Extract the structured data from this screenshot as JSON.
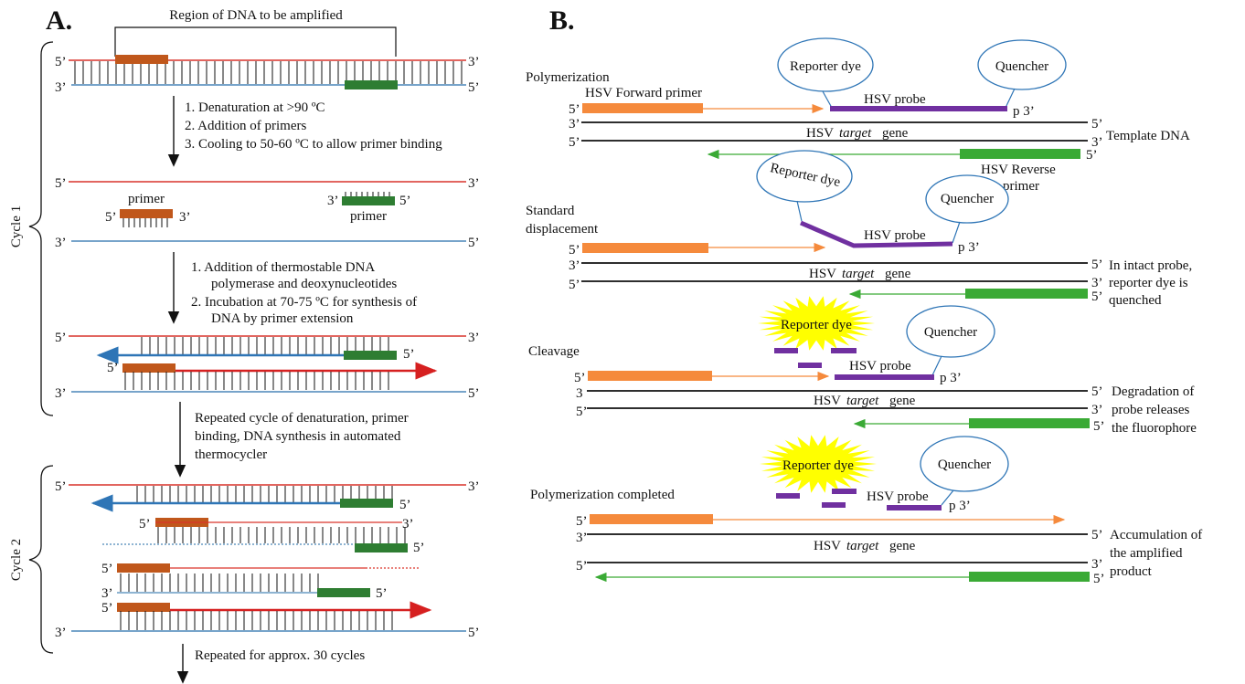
{
  "panel_a": {
    "letter": "A.",
    "region_label": "Region of DNA to be amplified",
    "cycle1_label": "Cycle 1",
    "cycle2_label": "Cycle 2",
    "five_prime": "5’",
    "three_prime": "3’",
    "primer_label": "primer",
    "step1": [
      "1. Denaturation  at >90 ºC",
      "2. Addition of primers",
      "3. Cooling to 50-60 ºC to allow primer binding"
    ],
    "step2": [
      "1.   Addition  of  thermostable  DNA",
      "polymerase and deoxynucleotides",
      "2.   Incubation at 70-75 ºC for synthesis of",
      "DNA by primer extension"
    ],
    "step3": [
      "Repeated cycle of denaturation,  primer",
      "binding,  DNA synthesis in automated",
      "thermocycler"
    ],
    "step4": "Repeated for approx. 30 cycles"
  },
  "panel_b": {
    "letter": "B.",
    "reporter_dye": "Reporter dye",
    "quencher": "Quencher",
    "hsv_probe": "HSV probe",
    "hsv_prefix": "HSV",
    "target_word": "target",
    "gene_word": "gene",
    "p3": "p 3’",
    "five_prime": "5’",
    "three_prime": "3’",
    "three_plain": "3",
    "forward_primer": "HSV Forward primer",
    "reverse_primer_1": "HSV Reverse",
    "reverse_primer_2": "primer",
    "template_dna": "Template  DNA",
    "stages": {
      "polymerization": "Polymerization",
      "standard_1": "Standard",
      "standard_2": "displacement",
      "cleavage": "Cleavage",
      "completed": "Polymerization  completed"
    },
    "notes": {
      "intact_1": "In     intact  probe,",
      "intact_2": "reporter   dye    is",
      "intact_3": "quenched",
      "degr_1": "Degradation  of",
      "degr_2": "probe  releases",
      "degr_3": "the fluorophore",
      "accum_1": "Accumulation     of",
      "accum_2": "the          amplified",
      "accum_3": "product"
    }
  },
  "colors": {
    "red_strand": "#d9342b",
    "blue_strand": "#4a86b8",
    "forward_primer": "#c0571b",
    "reverse_primer": "#2e7d32",
    "arrow_blue": "#2e75b6",
    "arrow_red": "#d62020",
    "probe": "#7030a0",
    "probe_orange": "#f58a3c",
    "probe_green": "#3aaa35",
    "bubble": "#2e75b6",
    "burst": "#ffff00"
  }
}
